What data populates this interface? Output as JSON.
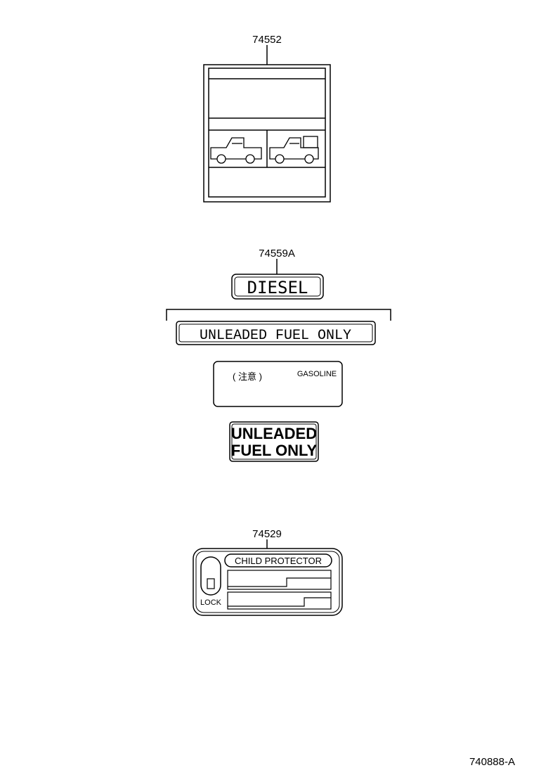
{
  "parts": {
    "top_label_part_number": "74552",
    "fuel_label_part_number": "74559A",
    "child_protector_part_number": "74529"
  },
  "labels": {
    "diesel": "DIESEL",
    "unleaded_fuel_only": "UNLEADED FUEL ONLY",
    "caution_jp": "( 注意 )",
    "gasoline": "GASOLINE",
    "unleaded_line1": "UNLEADED",
    "unleaded_line2": "FUEL ONLY",
    "child_protector": "CHILD PROTECTOR",
    "lock": "LOCK"
  },
  "footer": {
    "diagram_code": "740888-A"
  }
}
